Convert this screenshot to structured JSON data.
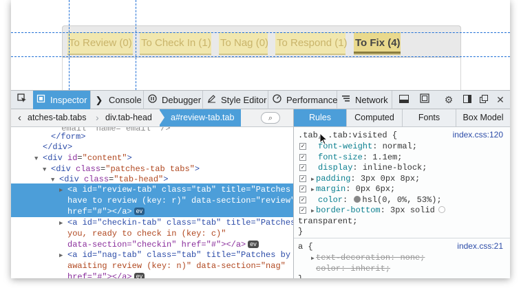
{
  "page_tabs": [
    {
      "label": "To Review (0)",
      "selected": false
    },
    {
      "label": "To Check In (1)",
      "selected": false
    },
    {
      "label": "To Nag (0)",
      "selected": false
    },
    {
      "label": "To Respond (1)",
      "selected": false
    },
    {
      "label": "To Fix (4)",
      "selected": true
    }
  ],
  "toolbar": {
    "inspector": "Inspector",
    "console": "Console",
    "debugger": "Debugger",
    "style_editor": "Style Editor",
    "performance": "Performance",
    "network": "Network"
  },
  "breadcrumbs": [
    "atches-tab.tabs",
    "div.tab-head",
    "a#review-tab.tab"
  ],
  "markup": [
    {
      "indent": 0,
      "text": "\"email\" name=\"email\" />"
    },
    {
      "indent": 0,
      "text": "</form>"
    },
    {
      "indent": 1,
      "text": "</div>"
    },
    {
      "indent": 1,
      "tag": "div",
      "attrs": [
        [
          "id",
          "content"
        ]
      ]
    },
    {
      "indent": 2,
      "tag": "div",
      "attrs": [
        [
          "class",
          "patches-tab tabs"
        ]
      ]
    },
    {
      "indent": 3,
      "tag": "div",
      "attrs": [
        [
          "class",
          "tab-head"
        ]
      ]
    }
  ],
  "selected_node": {
    "line1": "<a id=\"review-tab\" class=\"tab\" title=\"Patches you",
    "line2": "have to review (key: r)\" data-section=\"review\"",
    "line3": "href=\"#\"></a>",
    "badge": "ev"
  },
  "nodes_after": [
    {
      "line1": "<a id=\"checkin-tab\" class=\"tab\" title=\"Patches by",
      "line2": "you, ready to check in (key: c)\"",
      "line3": "data-section=\"checkin\" href=\"#\"></a>",
      "badge": "ev"
    },
    {
      "line1": "<a id=\"nag-tab\" class=\"tab\" title=\"Patches by you,",
      "line2": "awaiting review (key: n)\" data-section=\"nag\"",
      "line3": "href=\"#\"></a>",
      "badge": "ev"
    }
  ],
  "sidebar_tabs": [
    "Rules",
    "Computed",
    "Fonts",
    "Box Model"
  ],
  "rule1": {
    "selector": ".tab, .tab:visited {",
    "source": "index.css:120",
    "decls": [
      {
        "name": "font-weight",
        "value": "normal;",
        "expandable": false
      },
      {
        "name": "font-size",
        "value": "1.1em;",
        "expandable": false
      },
      {
        "name": "display",
        "value": "inline-block;",
        "expandable": false
      },
      {
        "name": "padding",
        "value": "3px 0px 8px;",
        "expandable": true
      },
      {
        "name": "margin",
        "value": "0px 6px;",
        "expandable": true
      },
      {
        "name": "color",
        "value": "hsl(0, 0%, 53%);",
        "expandable": false,
        "swatch": "#878787"
      },
      {
        "name": "border-bottom",
        "value": "3px solid",
        "expandable": true
      }
    ],
    "wrap": "transparent;",
    "close": "}"
  },
  "rule2": {
    "selector": "a {",
    "source": "index.css:21",
    "decls": [
      {
        "name": "text-decoration",
        "value": "none;"
      },
      {
        "name": "color",
        "value": "inherit;"
      }
    ],
    "close": "}"
  },
  "colors": {
    "accent": "#4c9ed9",
    "tab_fill": "#f1e7ae",
    "guide": "#1d6ed6"
  }
}
